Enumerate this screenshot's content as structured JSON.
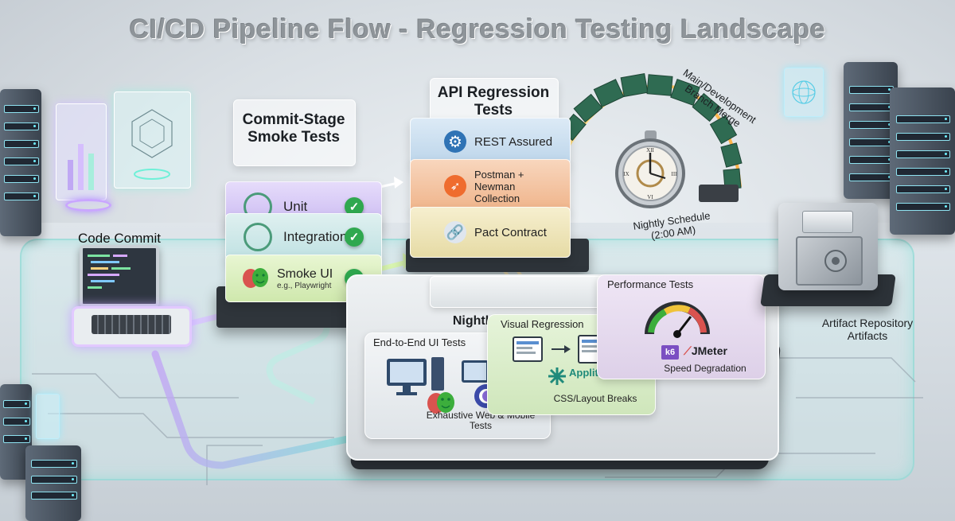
{
  "title": "CI/CD Pipeline Flow - Regression Testing Landscape",
  "code_commit": {
    "label": "Code Commit"
  },
  "commit_stage": {
    "title": "Commit-Stage Smoke Tests",
    "layers": [
      {
        "label": "Unit",
        "status": "passed"
      },
      {
        "label": "Integration",
        "status": "passed"
      },
      {
        "label": "Smoke UI",
        "sublabel": "e.g., Playwright",
        "status": "passed"
      }
    ]
  },
  "api_regression": {
    "title": "API Regression Tests",
    "layers": [
      {
        "label": "REST Assured",
        "icon": "gear-icon"
      },
      {
        "label": "Postman + Newman Collection",
        "icon": "postman-icon"
      },
      {
        "label": "Pact Contract",
        "icon": "link-icon"
      }
    ]
  },
  "merge": {
    "label": "Main/Development Branch Merge"
  },
  "schedule": {
    "label": "Nightly Schedule",
    "time": "(2:00 AM)"
  },
  "nightly_suite": {
    "title": "Nightly Full Regression Suite",
    "e2e": {
      "title": "End-to-End UI Tests",
      "caption": "Exhaustive Web & Mobile Tests"
    },
    "visual": {
      "title": "Visual Regression",
      "tools": "Applitools Percy",
      "caption": "CSS/Layout Breaks"
    },
    "performance": {
      "title": "Performance Tests",
      "tool_k6": "k6",
      "tool_jmeter": "JMeter",
      "caption": "Speed Degradation"
    }
  },
  "artifact_repo": {
    "label": "Artifact Repository Artifacts"
  },
  "colors": {
    "check_green": "#2fa84f",
    "glow_cyan": "#7fe3d6",
    "commit_purple": "#c9b7f0",
    "api_orange": "#f2b48a",
    "api_blue": "#c5dcef"
  }
}
